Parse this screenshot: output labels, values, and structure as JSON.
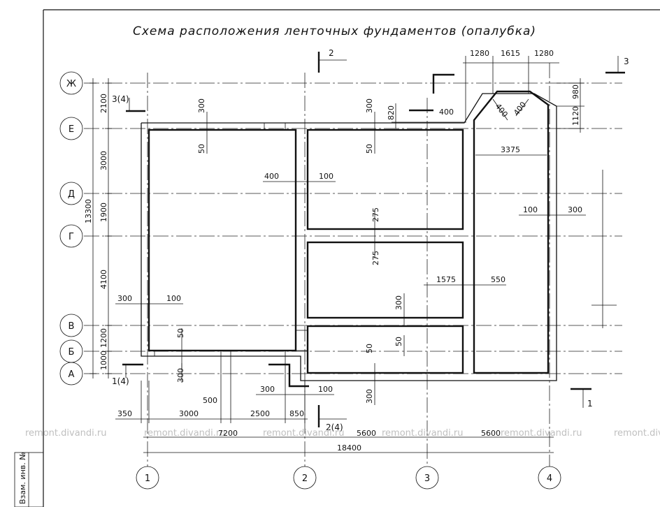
{
  "drawing": {
    "title": "Схема расположения ленточных фундаментов (опалубка)",
    "stamp_label": "Взам. инв. №",
    "watermark": "remont.divandi.ru"
  },
  "axes": {
    "rows": [
      "Ж",
      "Е",
      "Д",
      "Г",
      "В",
      "Б",
      "А"
    ],
    "columns": [
      "1",
      "2",
      "3",
      "4"
    ]
  },
  "section_marks": {
    "mark_2_top": "2",
    "mark_2_bottom": "2(4)",
    "mark_3_right": "3",
    "mark_3_left": "3(4)",
    "mark_1_right": "1",
    "mark_1_left": "1(4)"
  },
  "dimensions": {
    "left_chain": [
      "2100",
      "3000",
      "1900",
      "4100",
      "1200",
      "1000"
    ],
    "left_total": "13300",
    "bottom_chain": [
      "350",
      "3000",
      "500",
      "2500",
      "850"
    ],
    "bottom_spans": [
      "7200",
      "5600",
      "5600"
    ],
    "bottom_total": "18400",
    "top_chain": [
      "1280",
      "1615",
      "1280"
    ],
    "right_chain": [
      "980",
      "1120"
    ],
    "inner": {
      "d300_top_left": "300",
      "d50_top_left": "50",
      "d300_top_mid": "300",
      "d50_top_mid": "50",
      "d820": "820",
      "d400_bay": "400",
      "d400_diag_left": "400",
      "d400_diag_right": "400",
      "d3375": "3375",
      "d400_mid": "400",
      "d100_mid": "100",
      "d275_a": "275",
      "d275_b": "275",
      "d100_right": "100",
      "d300_right": "300",
      "d1575": "1575",
      "d550": "550",
      "d300_left": "300",
      "d100_left": "100",
      "d300_mid_low": "300",
      "d50_left_low": "50",
      "d50_mid_low": "50",
      "d300_bot_left": "300",
      "d300_bot_mid": "300",
      "d100_bot_mid": "100",
      "d300_bot_right": "300"
    }
  }
}
